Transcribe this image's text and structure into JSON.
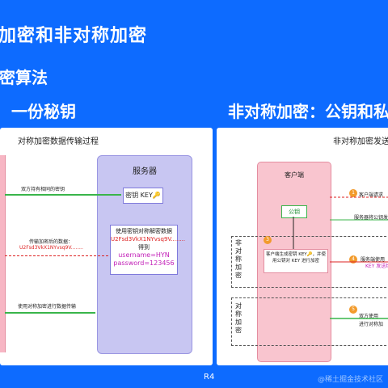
{
  "slide": {
    "title": "加密和非对称加密",
    "section": "密算法",
    "left_heading": "一份秘钥",
    "right_heading": "非对称加密：公钥和私",
    "page_number": "R4",
    "watermark": "@稀土掘金技术社区"
  },
  "left_panel": {
    "caption": "对称加密数据传输过程",
    "server_title": "服务器",
    "shared_key_label": "双方持有相同的密钥",
    "key_box": "密钥 KEY🔑",
    "encrypted_label": "传输加密后的数据：",
    "encrypted_value": "U2Fsd3VkX1NYvsq9V........",
    "decrypt_title": "使用密钥对称解密数据",
    "decrypt_value": "U2Fsd3VkX1NYvsq9V........",
    "decrypt_result": "得到",
    "username": "username=HYN",
    "password": "password=123456",
    "transfer_label": "使用对称加密进行数据传输"
  },
  "right_panel": {
    "caption": "非对称加密发送",
    "client_title": "客户端",
    "pubkey": "公钥",
    "step1": "客户端请求",
    "step2": "服务器将公钥发",
    "step3_text": "客户端生成密钥 KEY🔑，并使用公钥对 KEY 进行加密",
    "step4": "服务端使用",
    "step4b": "KEY 发送给",
    "step5": "双方使用",
    "step5b": "进行对称加",
    "asym_vertical": [
      "非",
      "对",
      "称",
      "加",
      "密"
    ],
    "sym_vertical": [
      "对",
      "称",
      "加",
      "密"
    ],
    "steps": [
      "1",
      "2",
      "3",
      "4",
      "5"
    ]
  }
}
